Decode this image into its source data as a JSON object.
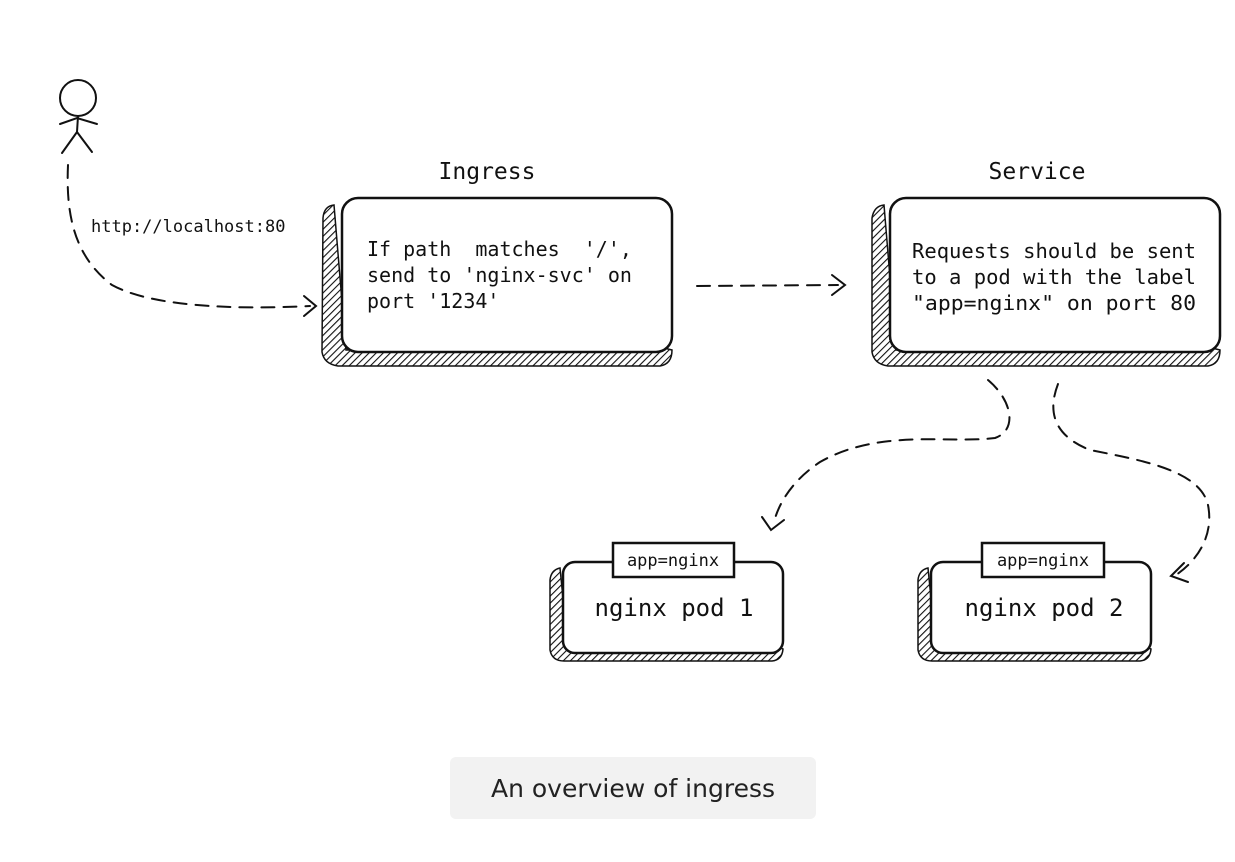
{
  "ingress": {
    "title": "Ingress",
    "lines": [
      "If path  matches  '/',",
      "send to 'nginx-svc' on",
      "port '1234'"
    ]
  },
  "service": {
    "title": "Service",
    "lines": [
      "Requests should be sent",
      "to a pod with the label",
      "\"app=nginx\" on port 80"
    ]
  },
  "user_request_label": "http://localhost:80",
  "pods": [
    {
      "name": "nginx pod 1",
      "label": "app=nginx"
    },
    {
      "name": "nginx pod 2",
      "label": "app=nginx"
    }
  ],
  "caption": "An overview of ingress"
}
